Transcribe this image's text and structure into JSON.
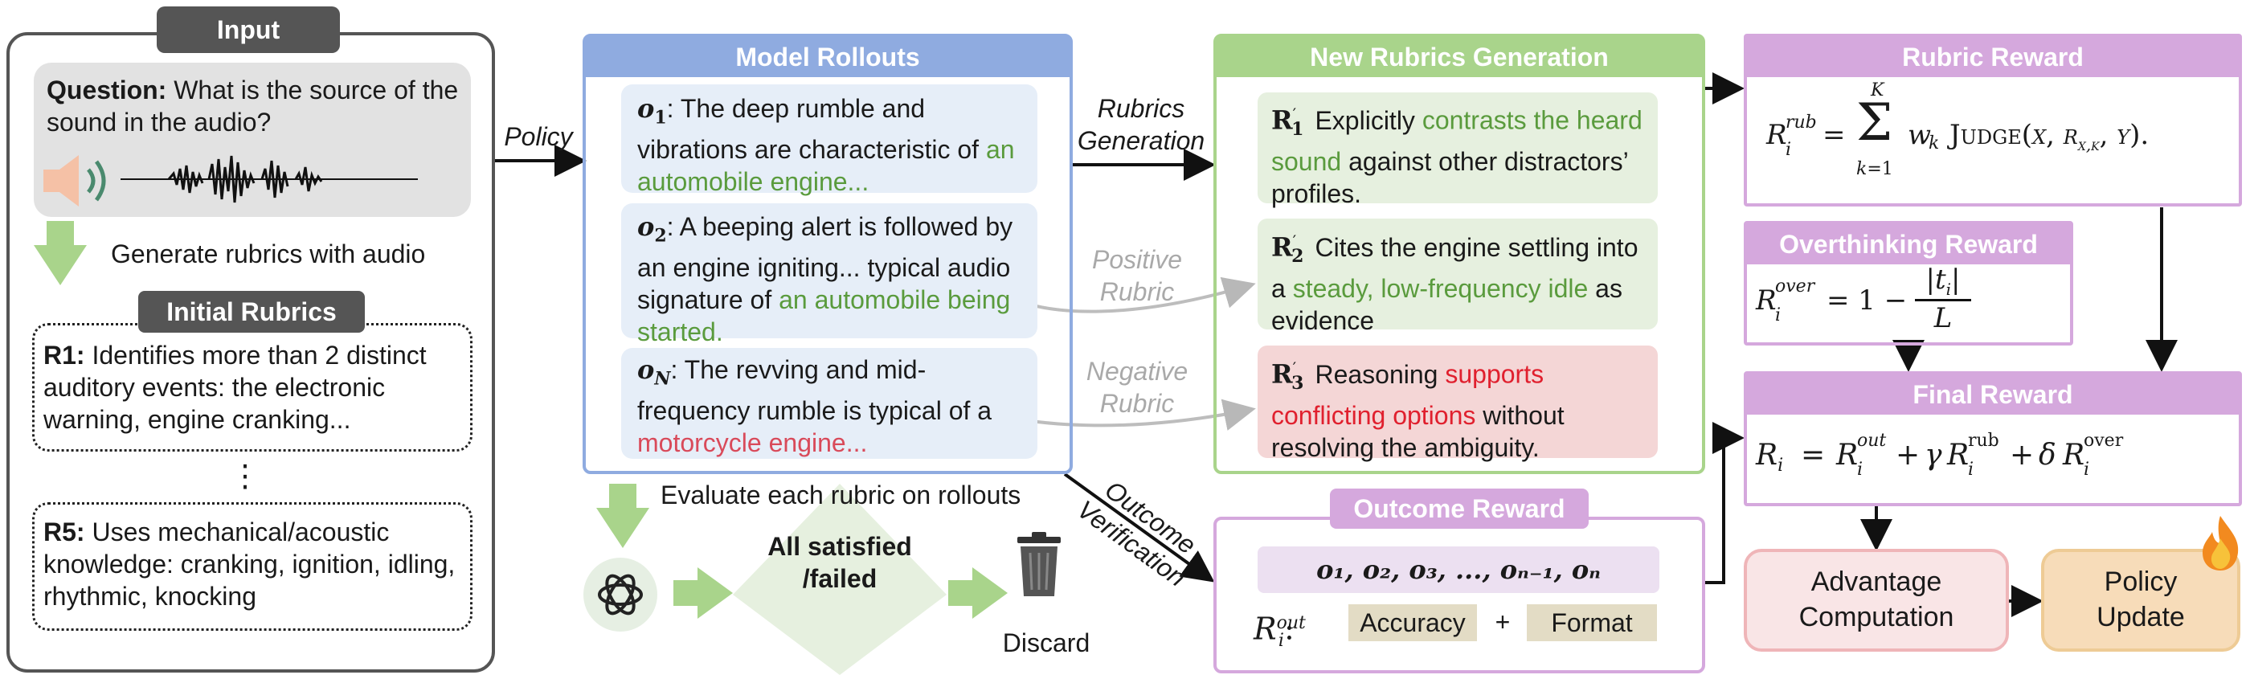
{
  "input": {
    "title": "Input",
    "question_label": "Question:",
    "question_text": "What is the source of the sound in the audio?",
    "generate_label": "Generate rubrics with audio",
    "initial_rubrics_title": "Initial Rubrics",
    "r1_label": "R1:",
    "r1_text": "Identifies more than 2 distinct auditory events: the electronic warning, engine cranking...",
    "ellipsis": "⋮",
    "r5_label": "R5:",
    "r5_text": "Uses mechanical/acoustic knowledge: cranking, ignition, idling, rhythmic, knocking"
  },
  "arrows": {
    "policy": "Policy",
    "rubrics_generation_1": "Rubrics",
    "rubrics_generation_2": "Generation",
    "positive_1": "Positive",
    "positive_2": "Rubric",
    "negative_1": "Negative",
    "negative_2": "Rubric",
    "outcome_1": "Outcome",
    "outcome_2": "Verification"
  },
  "rollouts": {
    "title": "Model Rollouts",
    "o1_sym": "o",
    "o1_sub": "1",
    "o1_text_a": ": The deep rumble and vibrations are characteristic of ",
    "o1_text_b": "an automobile engine...",
    "o2_sym": "o",
    "o2_sub": "2",
    "o2_text_a": ": A beeping alert is followed by an engine igniting... typical audio signature of ",
    "o2_text_b": "an automobile being started.",
    "on_sym": "o",
    "on_sub": "N",
    "on_text_a": ": The revving and mid-frequency rumble is typical of a ",
    "on_text_b": "motorcycle engine..."
  },
  "evaluate": {
    "label": "Evaluate each rubric on rollouts",
    "diamond": "All satisfied /failed",
    "discard": "Discard"
  },
  "new_rubrics": {
    "title": "New Rubrics Generation",
    "r1_sym": "R",
    "r1_sub": "1",
    "r1_text_a": "Explicitly ",
    "r1_text_b": "contrasts the heard sound",
    "r1_text_c": " against other distractors’ profiles.",
    "r2_sym": "R",
    "r2_sub": "2",
    "r2_text_a": "Cites the engine settling into a ",
    "r2_text_b": "steady, low-frequency idle",
    "r2_text_c": " as evidence",
    "r3_sym": "R",
    "r3_sub": "3",
    "r3_text_a": "Reasoning ",
    "r3_text_b": "supports conflicting options",
    "r3_text_c": " without resolving the ambiguity."
  },
  "outcome": {
    "title": "Outcome Reward",
    "rollout_list": "o₁, o₂, o₃, ..., oₙ₋₁, oₙ",
    "formula_lhs": "R",
    "formula_sup": "out",
    "formula_sub": "i",
    "accuracy": "Accuracy",
    "plus": "+",
    "format": "Format"
  },
  "rubric_reward": {
    "title": "Rubric Reward",
    "formula": "R_i^rub = Σ_{k=1}^{K} w_k JUDGE(x, r_{x,k}, y)."
  },
  "overthinking": {
    "title": "Overthinking Reward",
    "formula": "R_i^over = 1 − |t_i| / L"
  },
  "final_reward": {
    "title": "Final Reward",
    "formula": "R_i = R_i^out + γ R_i^rub + δ R_i^over"
  },
  "advantage": {
    "label_1": "Advantage",
    "label_2": "Computation"
  },
  "policy_update": {
    "label_1": "Policy",
    "label_2": "Update"
  },
  "colors": {
    "rollouts_header": "#8fabe0",
    "rollouts_border": "#8fabe0",
    "rollout_box": "#e6eef8",
    "new_rubrics_header": "#a9d48b",
    "new_rubrics_border": "#a9d48b",
    "positive_box": "#e6f0df",
    "negative_box": "#f4d6d6",
    "reward_header": "#d5a8dd",
    "reward_border": "#d5a8dd",
    "outcome_list_box": "#ece0f1",
    "chip_box": "#e3dcc5",
    "advantage_box": "#f9e5e6",
    "advantage_border": "#efb5b8",
    "policy_box": "#f7dcb9",
    "policy_border": "#eecb95",
    "input_header": "#555555",
    "question_box": "#e2e2e2",
    "arrow_green": "#a9d48b",
    "arrow_gray": "#bfbfbf"
  }
}
